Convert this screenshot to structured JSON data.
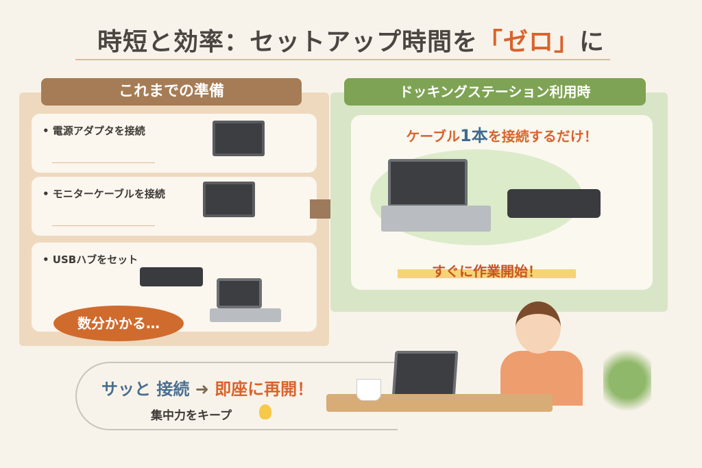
{
  "title": {
    "main": "時短と効率：セットアップ時間を",
    "highlight": "「ゼロ」",
    "suffix": "に"
  },
  "before": {
    "heading": "これまでの準備",
    "steps": [
      "• 電源アダプタを接続",
      "• モニターケーブルを接続",
      "• USBハブをセット"
    ],
    "bubble": "数分かかる…"
  },
  "after": {
    "heading": "ドッキングステーション利用時",
    "cable_pre": "ケーブル",
    "cable_num": "1本",
    "cable_post": "を接続するだけ！",
    "start": "すぐに作業開始！"
  },
  "summary": {
    "connect": "サッと 接続",
    "arrow": "➜",
    "resume": "即座に再開！",
    "focus": "集中力をキープ"
  }
}
